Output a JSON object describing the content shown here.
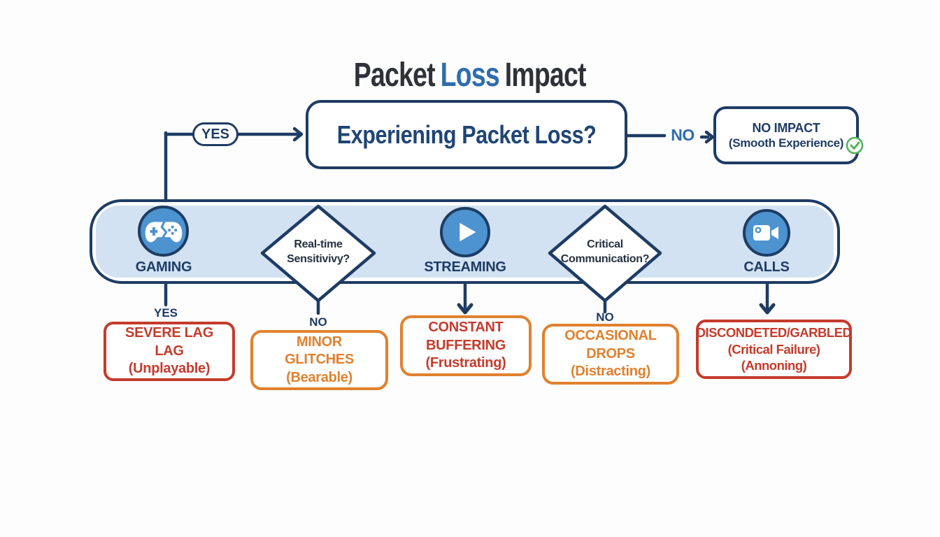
{
  "title": {
    "part1": "Packet",
    "part2": "Loss",
    "part3": "Impact"
  },
  "flow": {
    "question": "Experiening Packet Loss?",
    "yes_label": "YES",
    "no_label": "NO",
    "no_impact": {
      "line1": "NO IMPACT",
      "line2": "(Smooth Experience)",
      "icon": "check-circle-icon"
    }
  },
  "band": {
    "categories": [
      {
        "label": "GAMING",
        "icon": "gamepad-icon"
      },
      {
        "label": "STREAMING",
        "icon": "play-icon"
      },
      {
        "label": "CALLS",
        "icon": "video-camera-icon"
      }
    ],
    "decisions": [
      {
        "line1": "Real-time",
        "line2": "Sensitivivy?"
      },
      {
        "line1": "Critical",
        "line2": "Communication?"
      }
    ]
  },
  "branches": {
    "gaming_yes": "YES",
    "realtime_no": "NO",
    "critical_no": "NO"
  },
  "outcomes": [
    {
      "lines": [
        "SEVERE LAG",
        "LAG",
        "(Unplayable)"
      ],
      "severity": "critical"
    },
    {
      "lines": [
        "MINOR",
        "GLITCHES",
        "(Bearable)"
      ],
      "severity": "moderate"
    },
    {
      "lines": [
        "CONSTANT",
        "BUFFERING",
        "(Frustrating)"
      ],
      "severity": "high"
    },
    {
      "lines": [
        "OCCASIONAL",
        "DROPS",
        "(Distracting)"
      ],
      "severity": "moderate"
    },
    {
      "lines": [
        "DISCONDETED/GARBLED",
        "(Critical Failure)",
        "(Annoning)"
      ],
      "severity": "critical"
    }
  ],
  "colors": {
    "navy": "#1e3c64",
    "accent_blue": "#2e6cae",
    "band_fill": "#d2e2f2",
    "icon_blue": "#4d93d0",
    "critical_red": "#c43b2c",
    "warning_orange": "#e0812f",
    "success_green": "#55b45a"
  }
}
